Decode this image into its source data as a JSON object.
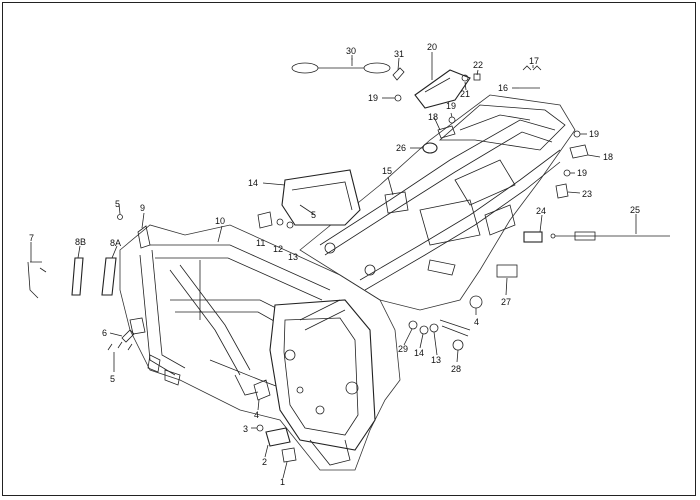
{
  "diagram": {
    "callouts": [
      {
        "id": "c1",
        "text": "1"
      },
      {
        "id": "c2",
        "text": "2"
      },
      {
        "id": "c3",
        "text": "3"
      },
      {
        "id": "c4a",
        "text": "4"
      },
      {
        "id": "c4b",
        "text": "4"
      },
      {
        "id": "c5a",
        "text": "5"
      },
      {
        "id": "c5b",
        "text": "5"
      },
      {
        "id": "c5c",
        "text": "5"
      },
      {
        "id": "c6",
        "text": "6"
      },
      {
        "id": "c7",
        "text": "7"
      },
      {
        "id": "c8a",
        "text": "8A"
      },
      {
        "id": "c8b",
        "text": "8B"
      },
      {
        "id": "c9",
        "text": "9"
      },
      {
        "id": "c10",
        "text": "10"
      },
      {
        "id": "c11",
        "text": "11"
      },
      {
        "id": "c12",
        "text": "12"
      },
      {
        "id": "c13a",
        "text": "13"
      },
      {
        "id": "c13b",
        "text": "13"
      },
      {
        "id": "c14a",
        "text": "14"
      },
      {
        "id": "c14b",
        "text": "14"
      },
      {
        "id": "c15",
        "text": "15"
      },
      {
        "id": "c16",
        "text": "16"
      },
      {
        "id": "c17",
        "text": "17"
      },
      {
        "id": "c18a",
        "text": "18"
      },
      {
        "id": "c18b",
        "text": "18"
      },
      {
        "id": "c19a",
        "text": "19"
      },
      {
        "id": "c19b",
        "text": "19"
      },
      {
        "id": "c19c",
        "text": "19"
      },
      {
        "id": "c19d",
        "text": "19"
      },
      {
        "id": "c20",
        "text": "20"
      },
      {
        "id": "c21",
        "text": "21"
      },
      {
        "id": "c22",
        "text": "22"
      },
      {
        "id": "c23",
        "text": "23"
      },
      {
        "id": "c24",
        "text": "24"
      },
      {
        "id": "c25",
        "text": "25"
      },
      {
        "id": "c26",
        "text": "26"
      },
      {
        "id": "c27",
        "text": "27"
      },
      {
        "id": "c28",
        "text": "28"
      },
      {
        "id": "c29",
        "text": "29"
      },
      {
        "id": "c30",
        "text": "30"
      },
      {
        "id": "c31",
        "text": "31"
      }
    ]
  }
}
